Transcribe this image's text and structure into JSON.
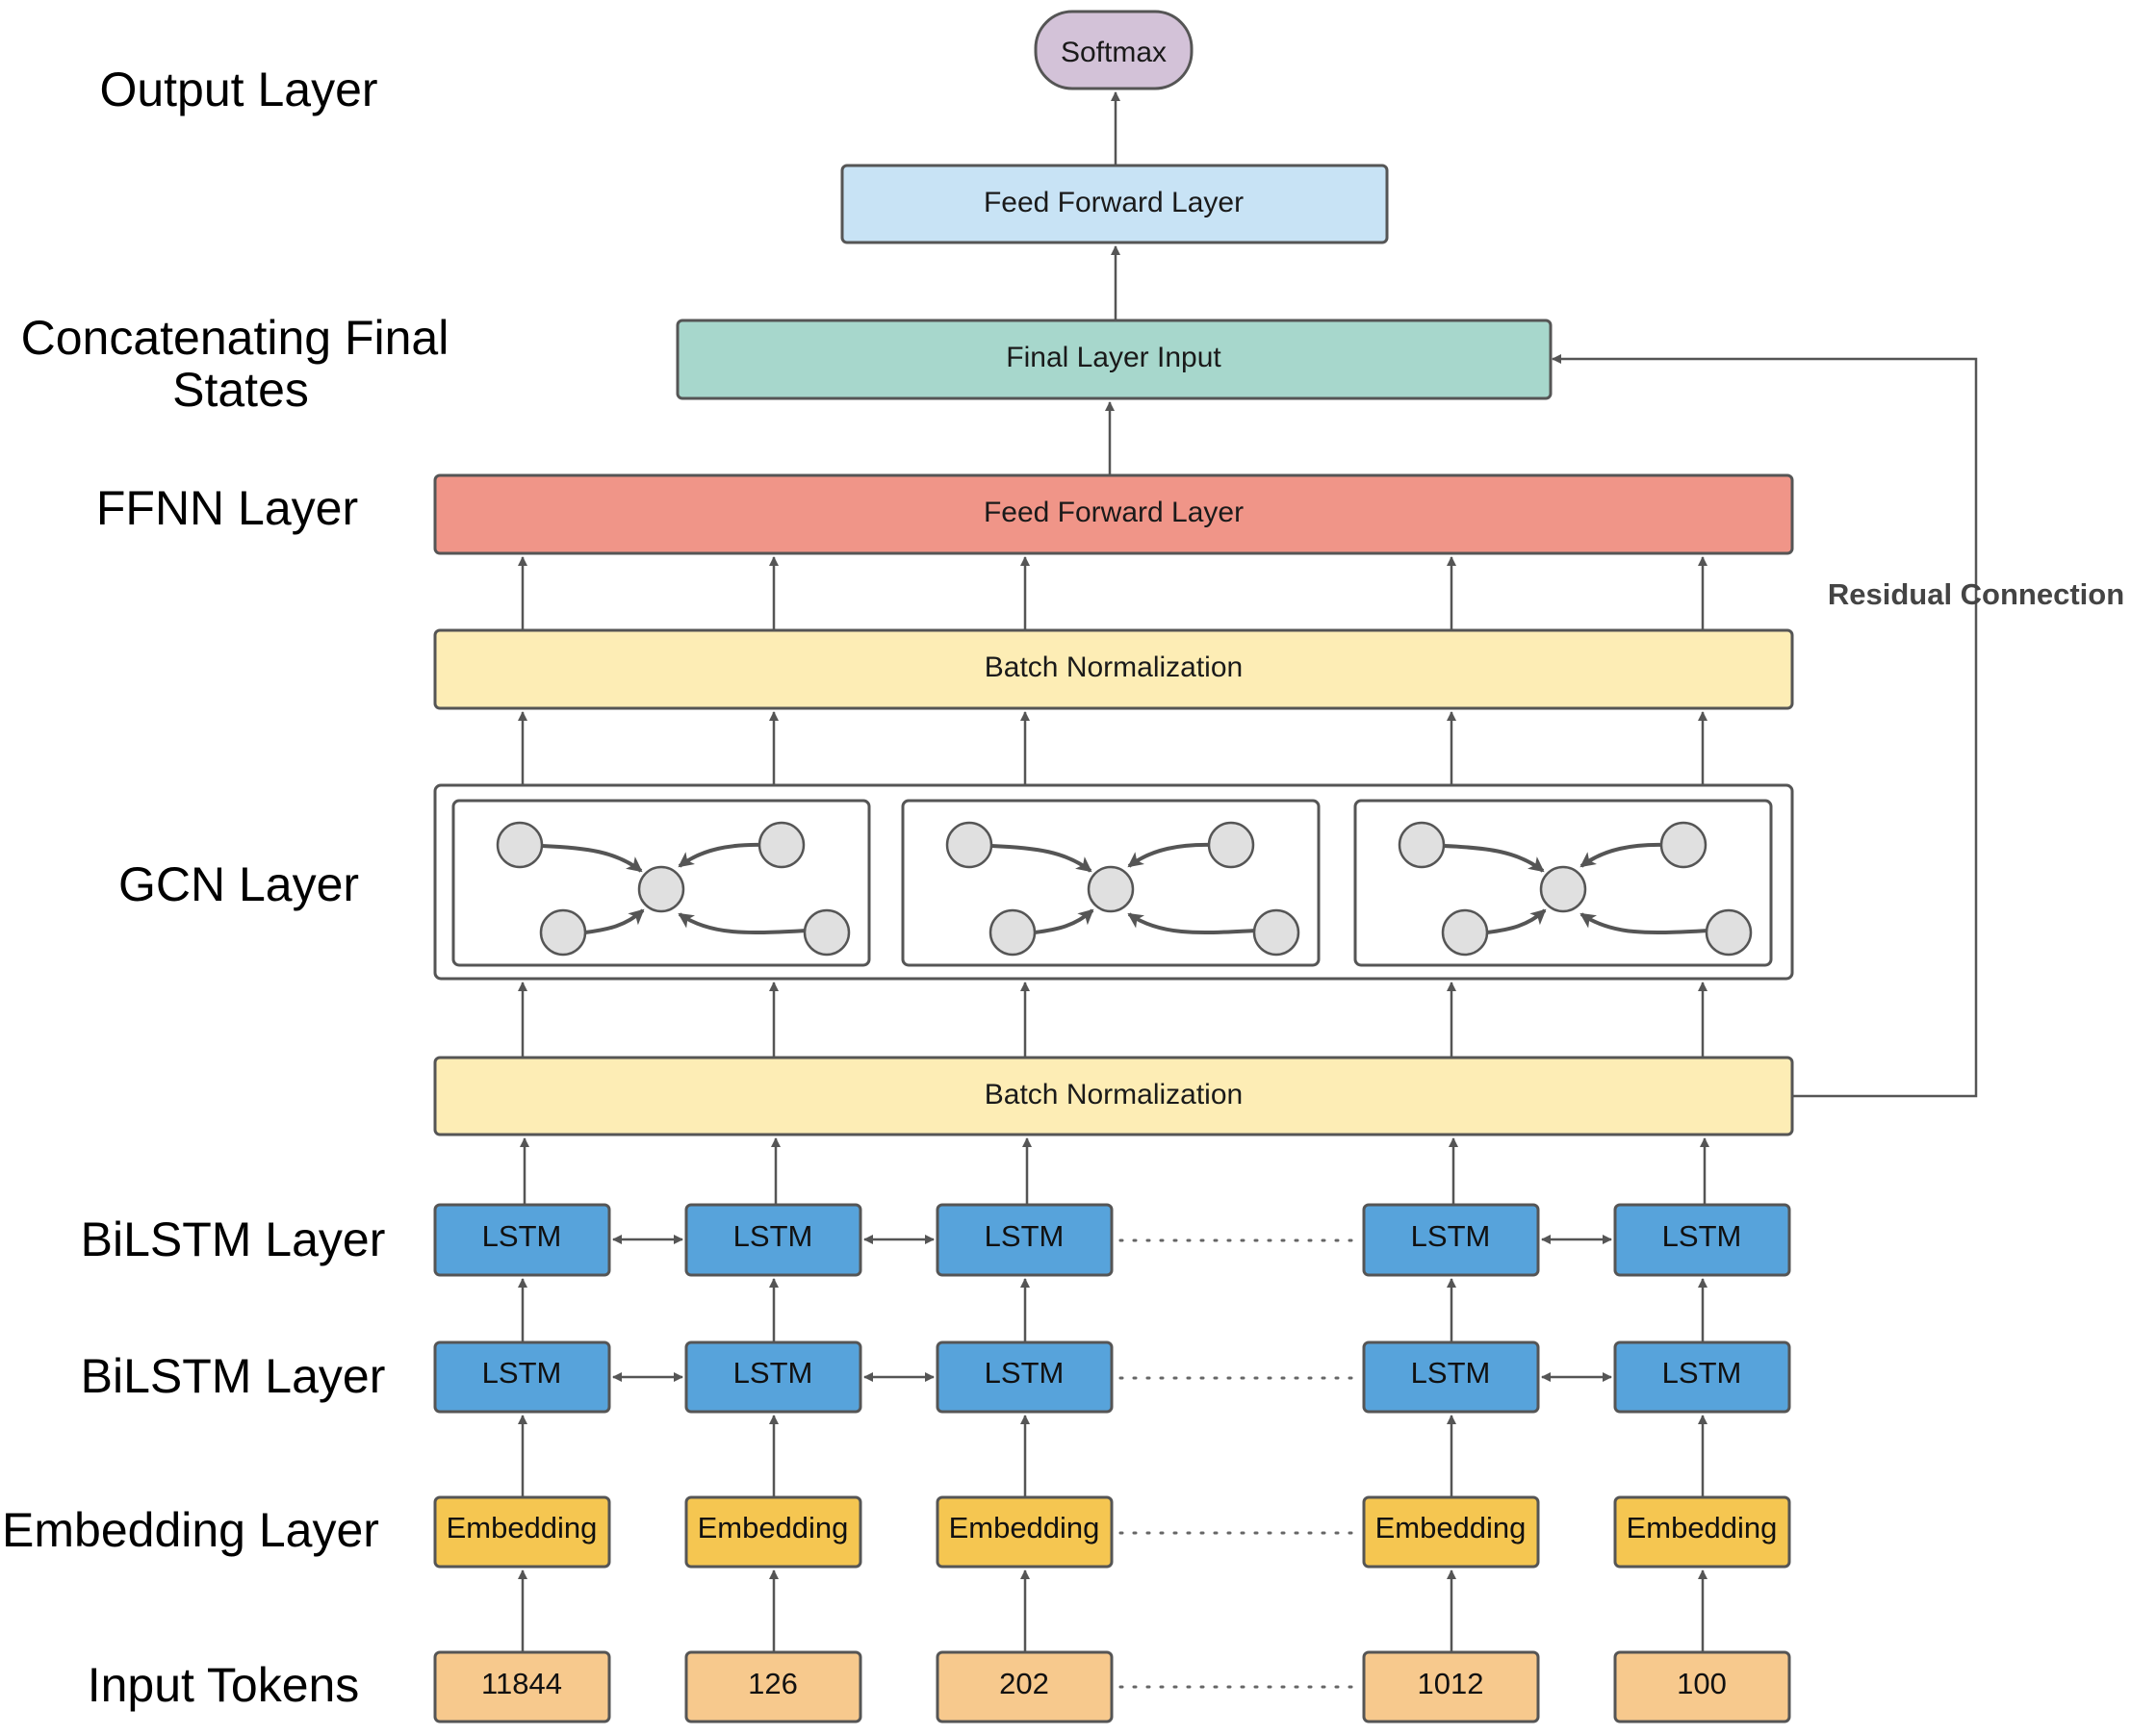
{
  "row_labels": {
    "output": "Output Layer",
    "concat_line1": "Concatenating Final",
    "concat_line2": "States",
    "ffnn": "FFNN Layer",
    "gcn": "GCN Layer",
    "bilstm_top": "BiLSTM Layer",
    "bilstm_bottom": "BiLSTM Layer",
    "embedding": "Embedding Layer",
    "input": "Input Tokens"
  },
  "boxes": {
    "softmax": "Softmax",
    "feed_forward_top": "Feed Forward Layer",
    "final_layer_input": "Final Layer Input",
    "feed_forward_ffnn": "Feed Forward Layer",
    "batch_norm_top": "Batch Normalization",
    "batch_norm_bottom": "Batch Normalization"
  },
  "residual_label": "Residual Connection",
  "lstm_label": "LSTM",
  "embedding_label": "Embedding",
  "input_tokens": [
    "11844",
    "126",
    "202",
    "1012",
    "100"
  ],
  "colors": {
    "softmax": "#d3c2d8",
    "feed_forward_top": "#c8e3f5",
    "final_layer_input": "#a7d7cc",
    "ffnn": "#f09588",
    "batch_norm": "#fdedb5",
    "lstm": "#57a3db",
    "embedding": "#f5c651",
    "input": "#f7c98d",
    "gcn_node": "#e0e0e0"
  }
}
